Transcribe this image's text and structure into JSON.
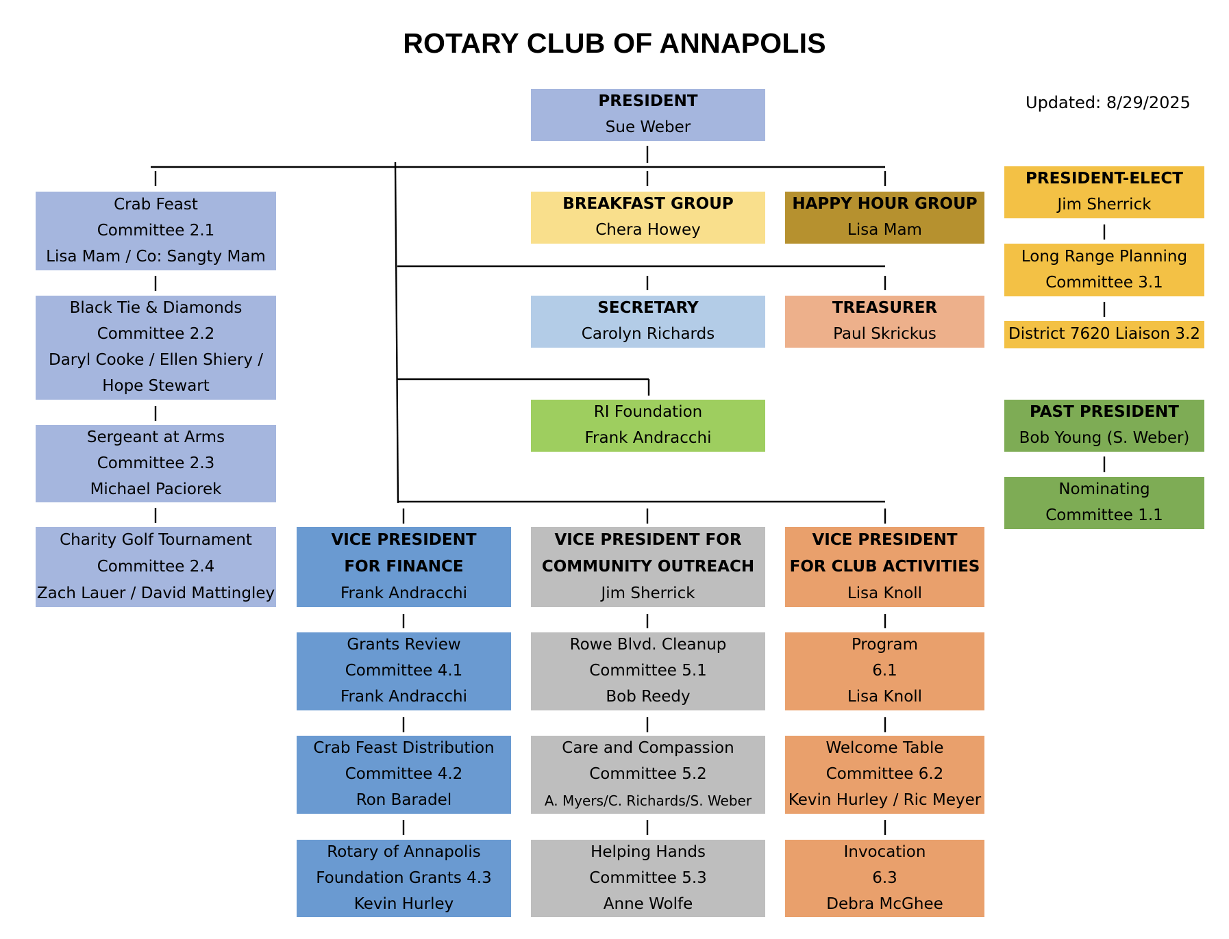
{
  "title": "ROTARY CLUB OF ANNAPOLIS",
  "updated": "Updated: 8/29/2025",
  "colors": {
    "lavender": "#A5B6DE",
    "light_yellow": "#F9DF8C",
    "dark_gold": "#B6912F",
    "light_blue": "#B3CCE7",
    "peach": "#EDB08B",
    "lime": "#9ECE5F",
    "gold": "#F3C145",
    "green": "#7EAC55",
    "blue": "#6A9AD1",
    "gray": "#BEBEBE",
    "orange": "#E9A06C"
  },
  "nodes": {
    "president": [
      "PRESIDENT",
      "Sue Weber"
    ],
    "crab_feast": [
      "Crab Feast",
      "Committee 2.1",
      "Lisa Mam / Co: Sangty Mam"
    ],
    "black_tie": [
      "Black Tie & Diamonds",
      "Committee 2.2",
      "Daryl Cooke / Ellen Shiery /",
      "Hope Stewart"
    ],
    "sergeant": [
      "Sergeant at Arms",
      "Committee 2.3",
      "Michael Paciorek"
    ],
    "golf": [
      "Charity Golf Tournament",
      "Committee 2.4",
      "Zach Lauer / David Mattingley"
    ],
    "breakfast": [
      "BREAKFAST GROUP",
      "Chera Howey"
    ],
    "happy_hour": [
      "HAPPY HOUR GROUP",
      "Lisa Mam"
    ],
    "secretary": [
      "SECRETARY",
      "Carolyn Richards"
    ],
    "treasurer": [
      "TREASURER",
      "Paul Skrickus"
    ],
    "ri_foundation": [
      "RI Foundation",
      "Frank Andracchi"
    ],
    "president_elect": [
      "PRESIDENT-ELECT",
      "Jim Sherrick"
    ],
    "long_range": [
      "Long Range Planning",
      "Committee 3.1"
    ],
    "district": [
      "District 7620 Liaison 3.2"
    ],
    "past_president": [
      "PAST PRESIDENT",
      "Bob Young (S. Weber)"
    ],
    "nominating": [
      "Nominating",
      "Committee 1.1"
    ],
    "vp_finance": [
      "VICE PRESIDENT",
      "FOR FINANCE",
      "Frank Andracchi"
    ],
    "vp_outreach": [
      "VICE PRESIDENT FOR",
      "COMMUNITY OUTREACH",
      "Jim Sherrick"
    ],
    "vp_activities": [
      "VICE PRESIDENT",
      "FOR CLUB ACTIVITIES",
      "Lisa Knoll"
    ],
    "grants_review": [
      "Grants Review",
      "Committee 4.1",
      "Frank Andracchi"
    ],
    "crab_dist": [
      "Crab Feast Distribution",
      "Committee 4.2",
      "Ron Baradel"
    ],
    "foundation_grants": [
      "Rotary of Annapolis",
      "Foundation Grants 4.3",
      "Kevin Hurley"
    ],
    "rowe": [
      "Rowe Blvd. Cleanup",
      "Committee 5.1",
      "Bob Reedy"
    ],
    "care": [
      "Care and Compassion",
      "Committee 5.2",
      "A. Myers/C. Richards/S. Weber"
    ],
    "helping": [
      "Helping Hands",
      "Committee 5.3",
      "Anne Wolfe"
    ],
    "program": [
      "Program",
      "6.1",
      "Lisa Knoll"
    ],
    "welcome": [
      "Welcome Table",
      "Committee 6.2",
      "Kevin Hurley / Ric Meyer"
    ],
    "invocation": [
      "Invocation",
      "6.3",
      "Debra McGhee"
    ]
  }
}
